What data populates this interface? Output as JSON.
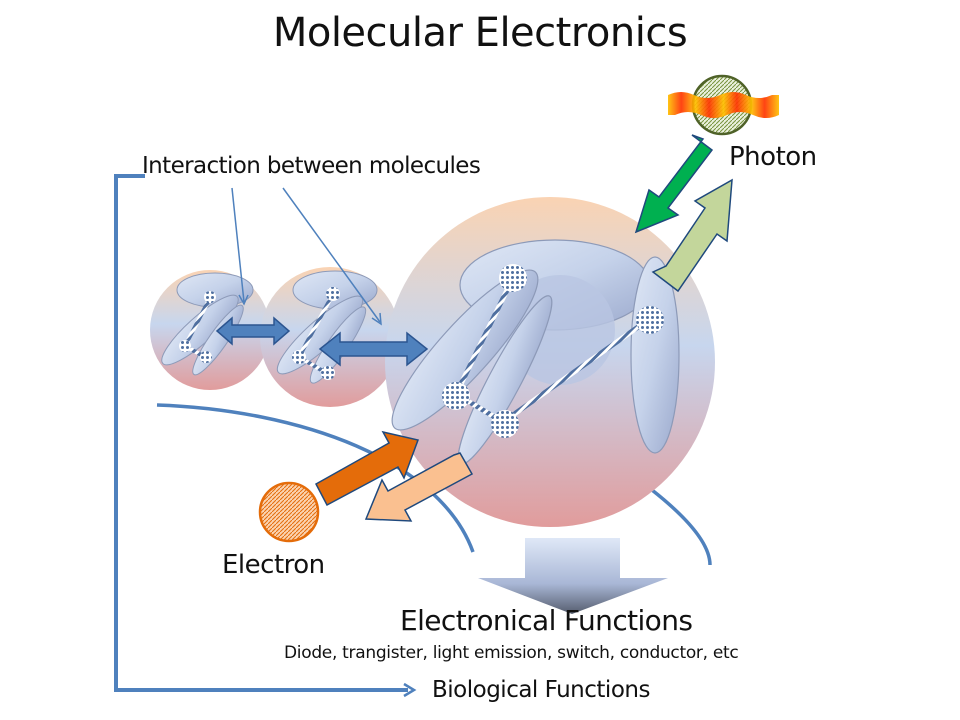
{
  "title": "Molecular Electronics",
  "labels": {
    "interaction": "Interaction between molecules",
    "photon": "Photon",
    "electron": "Electron",
    "electronical_functions": "Electronical Functions",
    "electronical_examples": "Diode,  trangister,  light emission,  switch,  conductor,  etc",
    "biological_functions": "Biological Functions"
  },
  "icons": {
    "photon": "photon-wave-particle-icon",
    "electron": "electron-particle-icon",
    "molecule": "molecule-sphere-icon",
    "output_arrow": "down-arrow-icon"
  },
  "colors": {
    "connector_blue": "#4f81bd",
    "photon_in_green": "#00b050",
    "photon_out_green": "#c3d69b",
    "electron_in_orange": "#e46c0a",
    "electron_out_orange": "#fac090",
    "sphere_top": "#f9d5b5",
    "sphere_mid": "#c6d5ec",
    "sphere_bottom": "#e0a0a0",
    "outline": "#1f497d"
  }
}
